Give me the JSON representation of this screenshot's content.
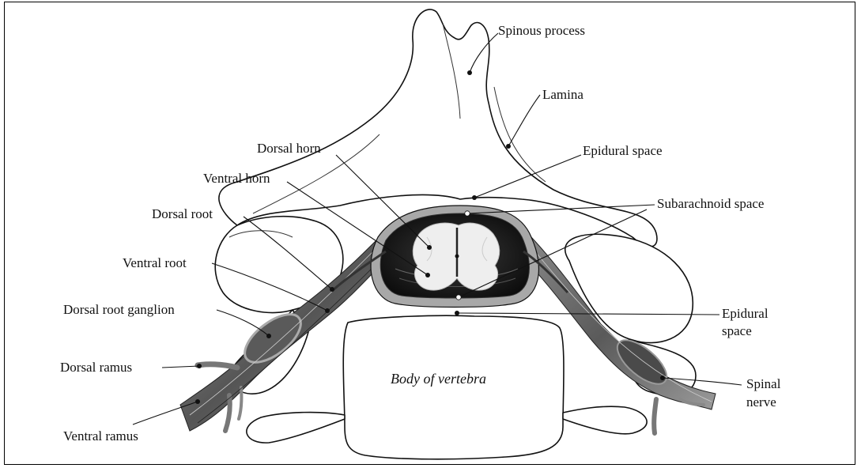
{
  "labels": {
    "spinous_process": "Spinous process",
    "lamina": "Lamina",
    "dorsal_horn": "Dorsal horn",
    "epidural_space_top": "Epidural space",
    "ventral_horn": "Ventral horn",
    "subarachnoid_space": "Subarachnoid space",
    "dorsal_root": "Dorsal root",
    "ventral_root": "Ventral root",
    "dorsal_root_ganglion": "Dorsal root ganglion",
    "epidural_space_bottom_1": "Epidural",
    "epidural_space_bottom_2": "space",
    "dorsal_ramus": "Dorsal ramus",
    "body_of_vertebra": "Body of vertebra",
    "spinal_nerve_1": "Spinal",
    "spinal_nerve_2": "nerve",
    "ventral_ramus": "Ventral ramus"
  },
  "colors": {
    "ink": "#111111",
    "cord_dark": "#1a1a1a",
    "meninges": "#a8a8a8",
    "nerve_light": "#b5b5b5",
    "nerve_mid": "#6e6e6e",
    "grey_matter": "#eeeeee"
  }
}
